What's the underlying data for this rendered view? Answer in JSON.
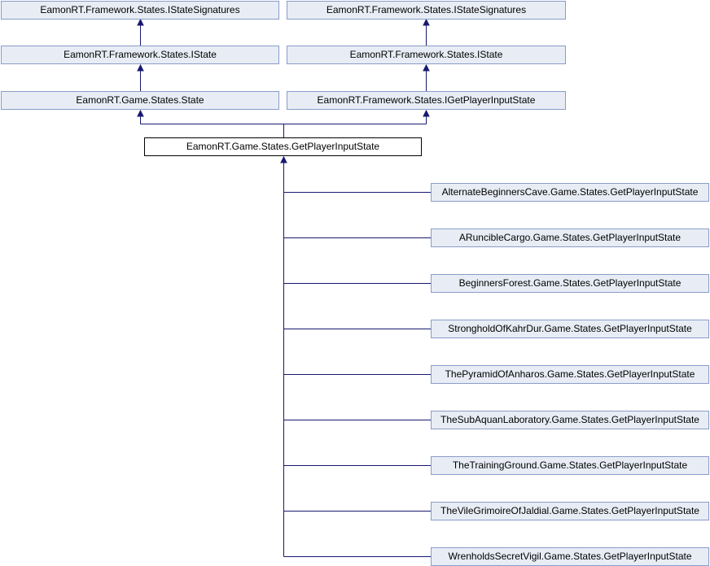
{
  "diagram": {
    "kind": "class-inheritance-graph",
    "colors": {
      "node_fill": "#E8EDF5",
      "node_border": "#8A9CC8",
      "edge": "#191970",
      "focus_fill": "#FFFFFF",
      "focus_border": "#000000",
      "text": "#000000"
    },
    "left_column": [
      "EamonRT.Framework.States.IStateSignatures",
      "EamonRT.Framework.States.IState",
      "EamonRT.Game.States.State"
    ],
    "right_column": [
      "EamonRT.Framework.States.IStateSignatures",
      "EamonRT.Framework.States.IState",
      "EamonRT.Framework.States.IGetPlayerInputState"
    ],
    "focus_node": "EamonRT.Game.States.GetPlayerInputState",
    "derived": [
      "AlternateBeginnersCave.Game.States.GetPlayerInputState",
      "ARuncibleCargo.Game.States.GetPlayerInputState",
      "BeginnersForest.Game.States.GetPlayerInputState",
      "StrongholdOfKahrDur.Game.States.GetPlayerInputState",
      "ThePyramidOfAnharos.Game.States.GetPlayerInputState",
      "TheSubAquanLaboratory.Game.States.GetPlayerInputState",
      "TheTrainingGround.Game.States.GetPlayerInputState",
      "TheVileGrimoireOfJaldial.Game.States.GetPlayerInputState",
      "WrenholdsSecretVigil.Game.States.GetPlayerInputState"
    ]
  }
}
